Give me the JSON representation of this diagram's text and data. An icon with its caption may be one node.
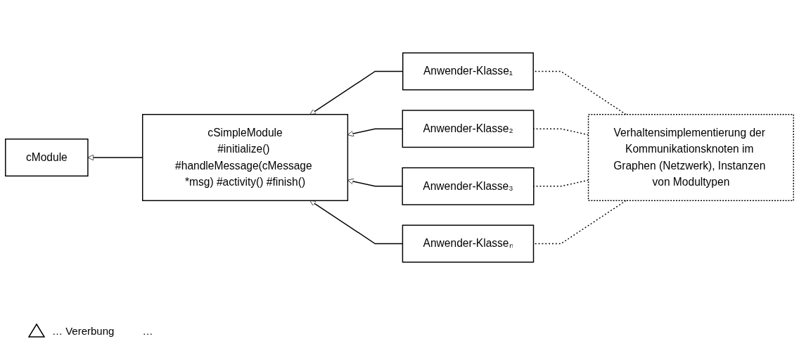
{
  "diagram": {
    "nodes": [
      {
        "text": [
          "cModule"
        ]
      },
      {
        "text": [
          "cSimpleModule",
          "#initialize() #handleMessage(cMessage *msg) #activity() #finish()"
        ]
      },
      {
        "text": [
          "Anwender-Klasse₁"
        ]
      },
      {
        "text": [
          "Anwender-Klasse₂"
        ]
      },
      {
        "text": [
          "Anwender-Klasse₃"
        ]
      },
      {
        "text": [
          "Anwender-Klasseₙ"
        ]
      },
      {
        "text": [
          "Verhaltensimplementierung der Kommunikationsknoten im Graphen (Netzwerk), Instanzen von Modultypen"
        ]
      }
    ],
    "edges": [
      {
        "from": 1,
        "to": 0,
        "arrow": "to"
      },
      {
        "from": 2,
        "to": 1,
        "arrow": "to"
      },
      {
        "from": 3,
        "to": 1,
        "arrow": "to"
      },
      {
        "from": 4,
        "to": 1,
        "arrow": "to"
      },
      {
        "from": 5,
        "to": 1,
        "arrow": "to"
      },
      {
        "from": 6,
        "to": 2,
        "arrow": "none",
        "style": "dashed"
      },
      {
        "from": 6,
        "to": 3,
        "arrow": "none",
        "style": "dashed"
      },
      {
        "from": 6,
        "to": 4,
        "arrow": "none",
        "style": "dashed"
      },
      {
        "from": 6,
        "to": 5,
        "arrow": "none",
        "style": "dashed"
      }
    ],
    "labels": [
      "…"
    ],
    "legend": [
      {
        "text": "… Vererbung"
      }
    ]
  }
}
